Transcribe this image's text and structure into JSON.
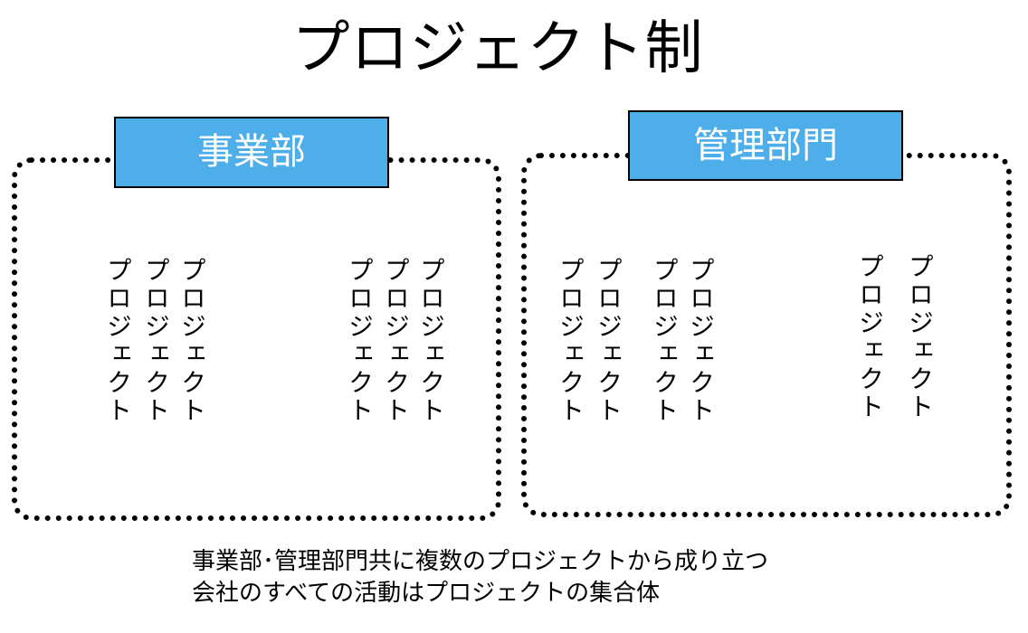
{
  "title": "プロジェクト制",
  "groups": [
    {
      "label": "事業部",
      "project_label": "プロジェクト",
      "project_count": 6
    },
    {
      "label": "管理部門",
      "project_label": "プロジェクト",
      "project_count": 6
    }
  ],
  "project_label": "プロジェクト",
  "footer": {
    "line1": "事業部･管理部門共に複数のプロジェクトから成り立つ",
    "line2": "会社のすべての活動はプロジェクトの集合体"
  },
  "colors": {
    "label_fill": "#4daeea",
    "label_text": "#ffffff",
    "border": "#000000"
  }
}
